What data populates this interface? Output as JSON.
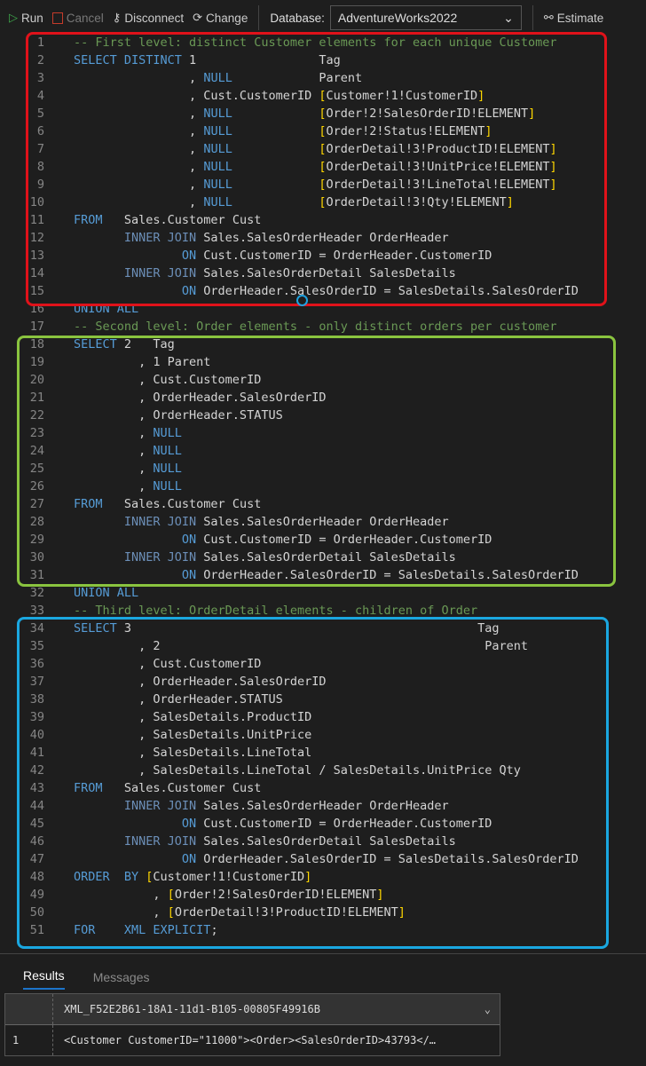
{
  "toolbar": {
    "run": "Run",
    "cancel": "Cancel",
    "disconnect": "Disconnect",
    "change": "Change",
    "database_label": "Database:",
    "database_value": "AdventureWorks2022",
    "estimate": "Estimate"
  },
  "colors": {
    "red_box": "#e0121a",
    "green_box": "#8ac43f",
    "blue_box": "#1aa7e0",
    "keyword": "#569cd6",
    "comment": "#6a9955",
    "bracket": "#ffd700"
  },
  "code": [
    [
      [
        "cm",
        "-- First level: distinct Customer elements for each unique Customer"
      ]
    ],
    [
      [
        "kw",
        "SELECT DISTINCT "
      ],
      [
        "tx",
        "1                 Tag"
      ]
    ],
    [
      [
        "tx",
        "                , "
      ],
      [
        "nl",
        "NULL"
      ],
      [
        "tx",
        "            Parent"
      ]
    ],
    [
      [
        "tx",
        "                , Cust.CustomerID "
      ],
      [
        "br",
        "["
      ],
      [
        "tx",
        "Customer!1!CustomerID"
      ],
      [
        "br",
        "]"
      ]
    ],
    [
      [
        "tx",
        "                , "
      ],
      [
        "nl",
        "NULL"
      ],
      [
        "tx",
        "            "
      ],
      [
        "br",
        "["
      ],
      [
        "tx",
        "Order!2!SalesOrderID!ELEMENT"
      ],
      [
        "br",
        "]"
      ]
    ],
    [
      [
        "tx",
        "                , "
      ],
      [
        "nl",
        "NULL"
      ],
      [
        "tx",
        "            "
      ],
      [
        "br",
        "["
      ],
      [
        "tx",
        "Order!2!Status!ELEMENT"
      ],
      [
        "br",
        "]"
      ]
    ],
    [
      [
        "tx",
        "                , "
      ],
      [
        "nl",
        "NULL"
      ],
      [
        "tx",
        "            "
      ],
      [
        "br",
        "["
      ],
      [
        "tx",
        "OrderDetail!3!ProductID!ELEMENT"
      ],
      [
        "br",
        "]"
      ]
    ],
    [
      [
        "tx",
        "                , "
      ],
      [
        "nl",
        "NULL"
      ],
      [
        "tx",
        "            "
      ],
      [
        "br",
        "["
      ],
      [
        "tx",
        "OrderDetail!3!UnitPrice!ELEMENT"
      ],
      [
        "br",
        "]"
      ]
    ],
    [
      [
        "tx",
        "                , "
      ],
      [
        "nl",
        "NULL"
      ],
      [
        "tx",
        "            "
      ],
      [
        "br",
        "["
      ],
      [
        "tx",
        "OrderDetail!3!LineTotal!ELEMENT"
      ],
      [
        "br",
        "]"
      ]
    ],
    [
      [
        "tx",
        "                , "
      ],
      [
        "nl",
        "NULL"
      ],
      [
        "tx",
        "            "
      ],
      [
        "br",
        "["
      ],
      [
        "tx",
        "OrderDetail!3!Qty!ELEMENT"
      ],
      [
        "br",
        "]"
      ]
    ],
    [
      [
        "kw",
        "FROM"
      ],
      [
        "tx",
        "   Sales.Customer Cust"
      ]
    ],
    [
      [
        "gy",
        "       INNER JOIN"
      ],
      [
        "tx",
        " Sales.SalesOrderHeader OrderHeader"
      ]
    ],
    [
      [
        "kw",
        "               ON"
      ],
      [
        "tx",
        " Cust.CustomerID = OrderHeader.CustomerID"
      ]
    ],
    [
      [
        "gy",
        "       INNER JOIN"
      ],
      [
        "tx",
        " Sales.SalesOrderDetail SalesDetails"
      ]
    ],
    [
      [
        "kw",
        "               ON"
      ],
      [
        "tx",
        " OrderHeader.SalesOrderID = SalesDetails.SalesOrderID"
      ]
    ],
    [
      [
        "kw",
        "UNION ALL"
      ]
    ],
    [
      [
        "cm",
        "-- Second level: Order elements - only distinct orders per customer"
      ]
    ],
    [
      [
        "kw",
        "SELECT "
      ],
      [
        "tx",
        "2   Tag"
      ]
    ],
    [
      [
        "tx",
        "         , 1 Parent"
      ]
    ],
    [
      [
        "tx",
        "         , Cust.CustomerID"
      ]
    ],
    [
      [
        "tx",
        "         , OrderHeader.SalesOrderID"
      ]
    ],
    [
      [
        "tx",
        "         , OrderHeader.STATUS"
      ]
    ],
    [
      [
        "tx",
        "         , "
      ],
      [
        "nl",
        "NULL"
      ]
    ],
    [
      [
        "tx",
        "         , "
      ],
      [
        "nl",
        "NULL"
      ]
    ],
    [
      [
        "tx",
        "         , "
      ],
      [
        "nl",
        "NULL"
      ]
    ],
    [
      [
        "tx",
        "         , "
      ],
      [
        "nl",
        "NULL"
      ]
    ],
    [
      [
        "kw",
        "FROM"
      ],
      [
        "tx",
        "   Sales.Customer Cust"
      ]
    ],
    [
      [
        "gy",
        "       INNER JOIN"
      ],
      [
        "tx",
        " Sales.SalesOrderHeader OrderHeader"
      ]
    ],
    [
      [
        "kw",
        "               ON"
      ],
      [
        "tx",
        " Cust.CustomerID = OrderHeader.CustomerID"
      ]
    ],
    [
      [
        "gy",
        "       INNER JOIN"
      ],
      [
        "tx",
        " Sales.SalesOrderDetail SalesDetails"
      ]
    ],
    [
      [
        "kw",
        "               ON"
      ],
      [
        "tx",
        " OrderHeader.SalesOrderID = SalesDetails.SalesOrderID"
      ]
    ],
    [
      [
        "kw",
        "UNION ALL"
      ]
    ],
    [
      [
        "cm",
        "-- Third level: OrderDetail elements - children of Order"
      ]
    ],
    [
      [
        "kw",
        "SELECT "
      ],
      [
        "tx",
        "3                                                Tag"
      ]
    ],
    [
      [
        "tx",
        "         , 2                                             Parent"
      ]
    ],
    [
      [
        "tx",
        "         , Cust.CustomerID"
      ]
    ],
    [
      [
        "tx",
        "         , OrderHeader.SalesOrderID"
      ]
    ],
    [
      [
        "tx",
        "         , OrderHeader.STATUS"
      ]
    ],
    [
      [
        "tx",
        "         , SalesDetails.ProductID"
      ]
    ],
    [
      [
        "tx",
        "         , SalesDetails.UnitPrice"
      ]
    ],
    [
      [
        "tx",
        "         , SalesDetails.LineTotal"
      ]
    ],
    [
      [
        "tx",
        "         , SalesDetails.LineTotal / SalesDetails.UnitPrice Qty"
      ]
    ],
    [
      [
        "kw",
        "FROM"
      ],
      [
        "tx",
        "   Sales.Customer Cust"
      ]
    ],
    [
      [
        "gy",
        "       INNER JOIN"
      ],
      [
        "tx",
        " Sales.SalesOrderHeader OrderHeader"
      ]
    ],
    [
      [
        "kw",
        "               ON"
      ],
      [
        "tx",
        " Cust.CustomerID = OrderHeader.CustomerID"
      ]
    ],
    [
      [
        "gy",
        "       INNER JOIN"
      ],
      [
        "tx",
        " Sales.SalesOrderDetail SalesDetails"
      ]
    ],
    [
      [
        "kw",
        "               ON"
      ],
      [
        "tx",
        " OrderHeader.SalesOrderID = SalesDetails.SalesOrderID"
      ]
    ],
    [
      [
        "kw",
        "ORDER  BY "
      ],
      [
        "br",
        "["
      ],
      [
        "tx",
        "Customer!1!CustomerID"
      ],
      [
        "br",
        "]"
      ]
    ],
    [
      [
        "tx",
        "           , "
      ],
      [
        "br",
        "["
      ],
      [
        "tx",
        "Order!2!SalesOrderID!ELEMENT"
      ],
      [
        "br",
        "]"
      ]
    ],
    [
      [
        "tx",
        "           , "
      ],
      [
        "br",
        "["
      ],
      [
        "tx",
        "OrderDetail!3!ProductID!ELEMENT"
      ],
      [
        "br",
        "]"
      ]
    ],
    [
      [
        "kw",
        "FOR    XML EXPLICIT"
      ],
      [
        "tx",
        ";"
      ]
    ]
  ],
  "results": {
    "tabs": [
      "Results",
      "Messages"
    ],
    "column_header": "XML_F52E2B61-18A1-11d1-B105-00805F49916B",
    "rows": [
      {
        "num": "1",
        "value": "<Customer CustomerID=\"11000\"><Order><SalesOrderID>43793</…"
      }
    ]
  }
}
